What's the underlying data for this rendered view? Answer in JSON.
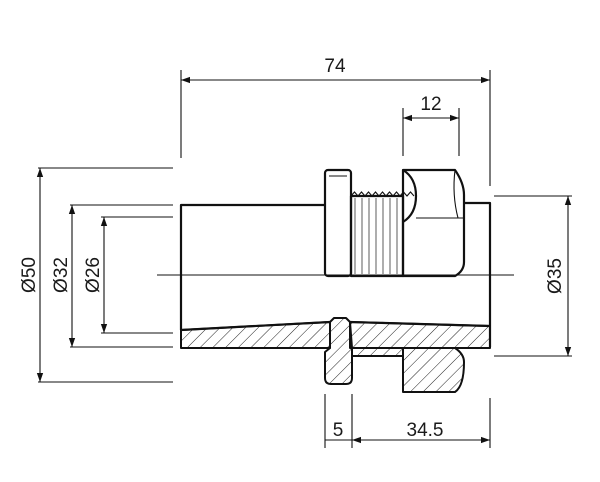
{
  "dimensions": {
    "total_length": "74",
    "nut_width": "12",
    "flange_width": "5",
    "thread_length": "34.5",
    "diameter_outer": "Ø50",
    "diameter_32": "Ø32",
    "diameter_26": "Ø26",
    "diameter_35": "Ø35"
  }
}
